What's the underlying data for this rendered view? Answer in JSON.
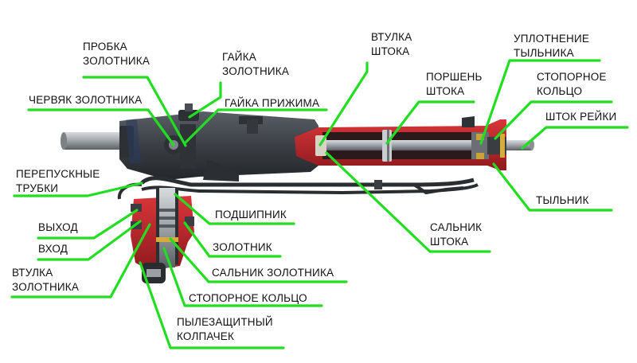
{
  "colors": {
    "leader": "#22dd22",
    "housing": "#3c4046",
    "cutaway": "#c3262a",
    "rod": "#9aa0a6"
  },
  "labels": {
    "probka_zolotnika": [
      "ПРОБКА",
      "ЗОЛОТНИКА"
    ],
    "gayka_zolotnika": [
      "ГАЙКА",
      "ЗОЛОТНИКА"
    ],
    "chervyak_zolotnika": [
      "ЧЕРВЯК ЗОЛОТНИКА"
    ],
    "gayka_prizhima": [
      "ГАЙКА ПРИЖИМА"
    ],
    "perepusknye_trubki": [
      "ПЕРЕПУСКНЫЕ",
      "ТРУБКИ"
    ],
    "vykhod": [
      "ВЫХОД"
    ],
    "vkhod": [
      "ВХОД"
    ],
    "vtulka_zolotnika": [
      "ВТУЛКА",
      "ЗОЛОТНИКА"
    ],
    "podshipnik": [
      "ПОДШИПНИК"
    ],
    "zolotnik": [
      "ЗОЛОТНИК"
    ],
    "salnik_zolotnika": [
      "САЛЬНИК ЗОЛОТНИКА"
    ],
    "stopornoe_koltso_low": [
      "СТОПОРНОЕ КОЛЬЦО"
    ],
    "pylezashchitny_kolpachek": [
      "ПЫЛЕЗАЩИТНЫЙ",
      "КОЛПАЧЕК"
    ],
    "vtulka_shtoka": [
      "ВТУЛКА",
      "ШТОКА"
    ],
    "porshen_shtoka": [
      "ПОРШЕНЬ",
      "ШТОКА"
    ],
    "uplotnenie_tylnika": [
      "УПЛОТНЕНИЕ",
      "ТЫЛЬНИКА"
    ],
    "stopornoe_koltso_top": [
      "СТОПОРНОЕ",
      "КОЛЬЦО"
    ],
    "shtok_reyki": [
      "ШТОК РЕЙКИ"
    ],
    "tylnik": [
      "ТЫЛЬНИК"
    ],
    "salnik_shtoka": [
      "САЛЬНИК",
      "ШТОКА"
    ]
  }
}
